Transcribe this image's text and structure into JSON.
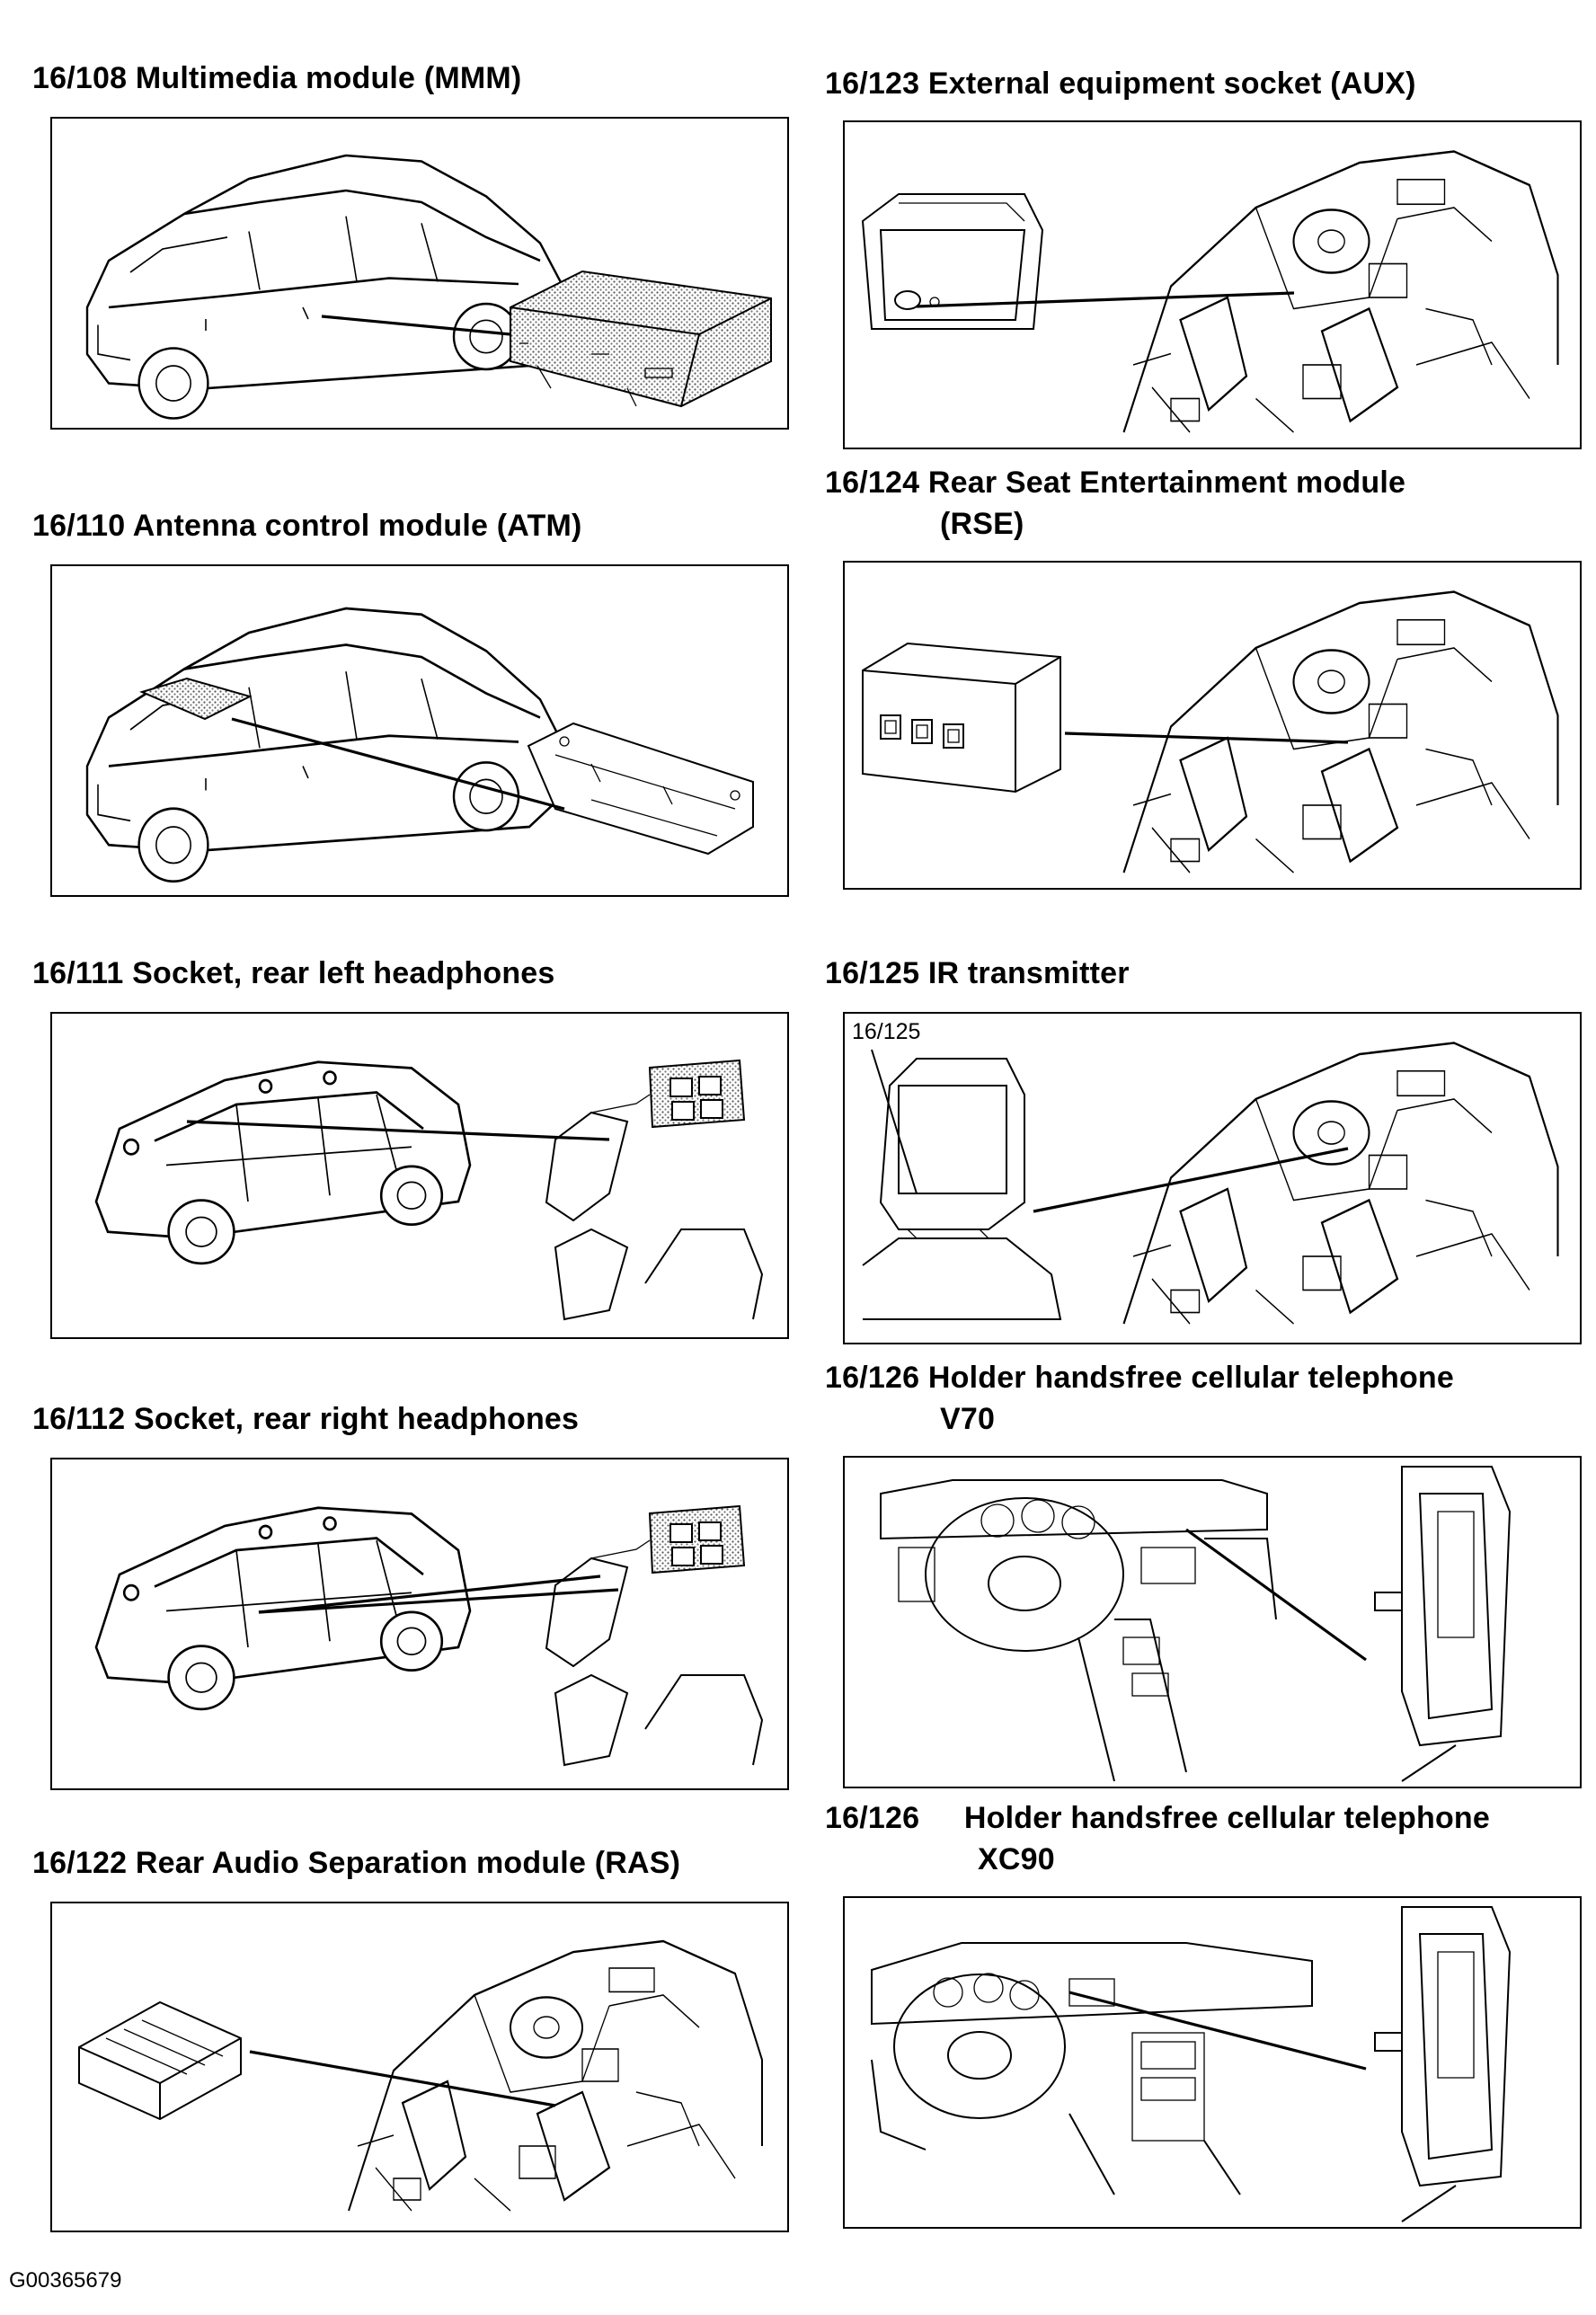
{
  "left_column": [
    {
      "id": "16/108",
      "caption": "Multimedia module (MMM)",
      "caption_cont": ""
    },
    {
      "id": "16/110",
      "caption": "Antenna control module (ATM)",
      "caption_cont": ""
    },
    {
      "id": "16/111",
      "caption": "Socket, rear left headphones",
      "caption_cont": ""
    },
    {
      "id": "16/112",
      "caption": "Socket, rear right headphones",
      "caption_cont": ""
    },
    {
      "id": "16/122",
      "caption": "Rear Audio Separation module (RAS)",
      "caption_cont": ""
    }
  ],
  "right_column": [
    {
      "id": "16/123",
      "caption": "External equipment socket (AUX)",
      "caption_cont": ""
    },
    {
      "id": "16/124",
      "caption": "Rear Seat Entertainment module",
      "caption_cont": "(RSE)"
    },
    {
      "id": "16/125",
      "caption": "IR transmitter",
      "caption_cont": "",
      "callout": "16/125"
    },
    {
      "id": "16/126",
      "caption": "Holder handsfree cellular telephone",
      "caption_cont": "V70"
    },
    {
      "id": "16/126",
      "caption": "Holder handsfree cellular telephone",
      "caption_cont": "XC90"
    }
  ],
  "footer_code": "G00365679"
}
